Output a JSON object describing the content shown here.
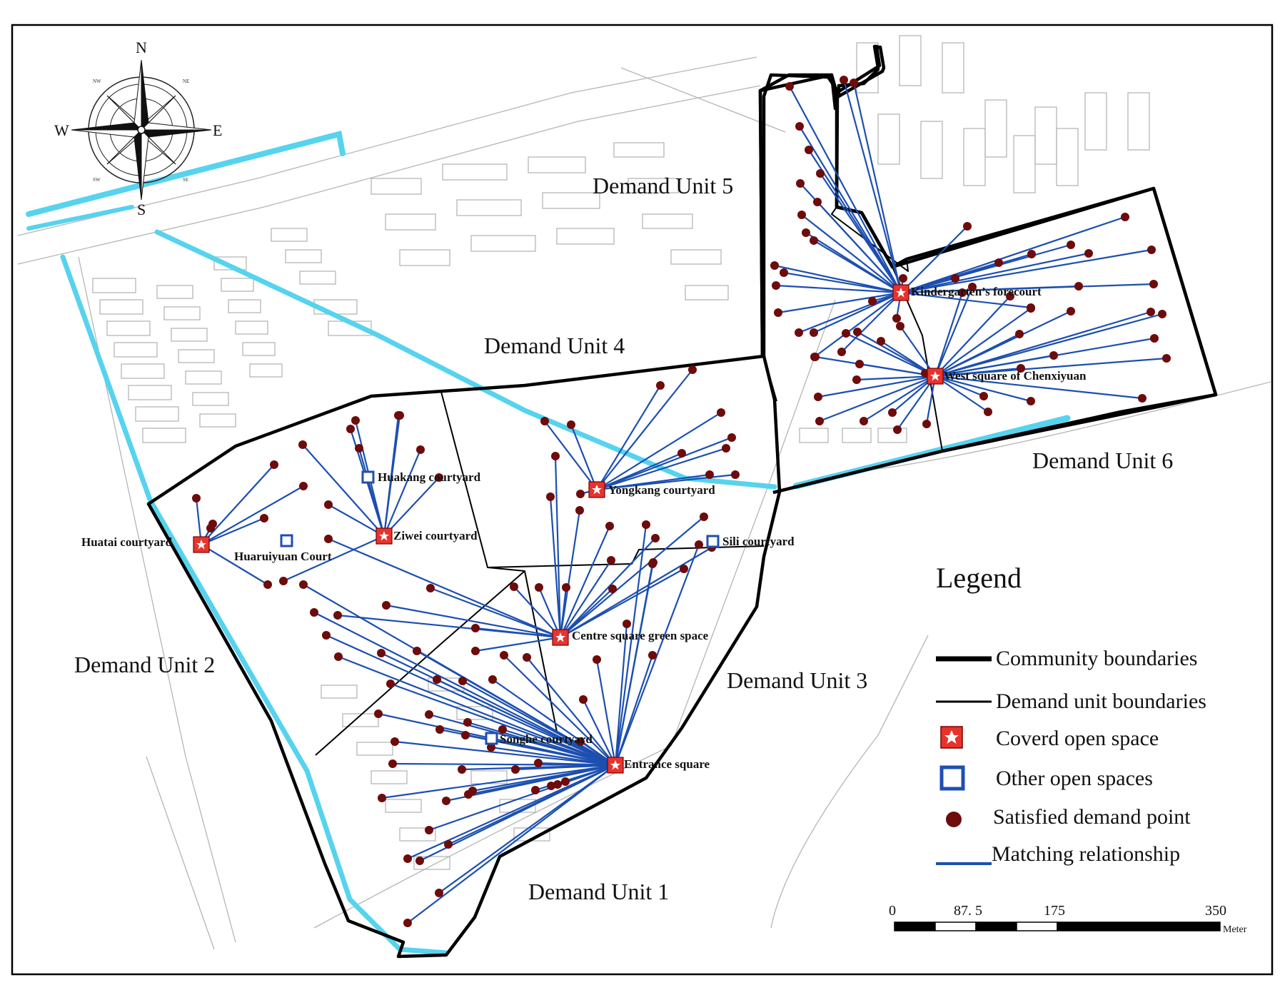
{
  "compass": {
    "n": "N",
    "s": "S",
    "e": "E",
    "w": "W",
    "ne": "NE",
    "nw": "NW",
    "se": "SE",
    "sw": "SW"
  },
  "units": {
    "u1": "Demand Unit 1",
    "u2": "Demand Unit 2",
    "u3": "Demand Unit 3",
    "u4": "Demand Unit 4",
    "u5": "Demand Unit 5",
    "u6": "Demand Unit 6"
  },
  "covered_spaces": {
    "huatai": "Huatai courtyard",
    "ziwei": "Ziwei courtyard",
    "yongkang": "Yongkang courtyard",
    "centre": "Centre square green space",
    "entrance": "Entrance square",
    "kindergarten": "Kindergarten’s forecourt",
    "westsquare": "West square of Chenxiyuan"
  },
  "other_spaces": {
    "huakang": "Huakang courtyard",
    "huaruiyuan": "Huaruiyuan Court",
    "sili": "Sili courtyard",
    "songhe": "Songhe courtyard"
  },
  "legend": {
    "title": "Legend",
    "community": "Community boundaries",
    "unit": "Demand unit boundaries",
    "covered": "Coverd open space",
    "other": "Other open spaces",
    "satisfied": "Satisfied demand point",
    "matching": "Matching relationship"
  },
  "scale": {
    "t0": "0",
    "t1": "87. 5",
    "t2": "175",
    "t3": "350",
    "unit": "Meter"
  },
  "colors": {
    "water": "#56d3ee",
    "matching_line": "#1c4fb0",
    "demand_point": "#6e0b0b",
    "covered_fill": "#e8332c",
    "other_stroke": "#1f4fb0",
    "boundary": "#000000",
    "building": "#b9b9b9"
  },
  "matching": [
    {
      "site": "huatai",
      "points": [
        [
          275,
          698
        ],
        [
          298,
          734
        ],
        [
          384,
          651
        ],
        [
          370,
          726
        ],
        [
          425,
          681
        ],
        [
          375,
          819
        ],
        [
          295,
          740
        ]
      ]
    },
    {
      "site": "ziwei",
      "points": [
        [
          491,
          601
        ],
        [
          503,
          628
        ],
        [
          560,
          582
        ],
        [
          589,
          630
        ],
        [
          615,
          669
        ],
        [
          460,
          707
        ],
        [
          397,
          814
        ],
        [
          424,
          623
        ],
        [
          558,
          582
        ],
        [
          498,
          589
        ]
      ]
    },
    {
      "site": "yongkang",
      "points": [
        [
          994,
          665
        ],
        [
          1017,
          628
        ],
        [
          1025,
          613
        ],
        [
          970,
          518
        ],
        [
          1010,
          578
        ],
        [
          955,
          635
        ],
        [
          925,
          540
        ],
        [
          800,
          595
        ],
        [
          763,
          590
        ],
        [
          1030,
          665
        ],
        [
          813,
          692
        ]
      ]
    },
    {
      "site": "centre",
      "points": [
        [
          771,
          696
        ],
        [
          778,
          639
        ],
        [
          812,
          715
        ],
        [
          854,
          737
        ],
        [
          856,
          785
        ],
        [
          793,
          823
        ],
        [
          858,
          825
        ],
        [
          918,
          754
        ],
        [
          997,
          767
        ],
        [
          958,
          797
        ],
        [
          986,
          724
        ],
        [
          720,
          822
        ],
        [
          755,
          823
        ],
        [
          666,
          880
        ],
        [
          603,
          824
        ],
        [
          460,
          755
        ],
        [
          473,
          862
        ],
        [
          666,
          912
        ],
        [
          541,
          848
        ]
      ]
    },
    {
      "site": "entrance",
      "points": [
        [
          914,
          790
        ],
        [
          979,
          763
        ],
        [
          905,
          735
        ],
        [
          915,
          788
        ],
        [
          878,
          874
        ],
        [
          914,
          918
        ],
        [
          836,
          924
        ],
        [
          817,
          980
        ],
        [
          738,
          921
        ],
        [
          781,
          1099
        ],
        [
          754,
          1069
        ],
        [
          688,
          1047
        ],
        [
          647,
          1078
        ],
        [
          655,
          1012
        ],
        [
          704,
          1022
        ],
        [
          550,
          1070
        ],
        [
          656,
          1113
        ],
        [
          625,
          1122
        ],
        [
          535,
          1118
        ],
        [
          553,
          1039
        ],
        [
          530,
          1000
        ],
        [
          616,
          1022
        ],
        [
          652,
          1030
        ],
        [
          722,
          1078
        ],
        [
          792,
          1095
        ],
        [
          628,
          1183
        ],
        [
          612,
          952
        ],
        [
          547,
          958
        ],
        [
          474,
          920
        ],
        [
          457,
          890
        ],
        [
          440,
          858
        ],
        [
          425,
          819
        ],
        [
          534,
          915
        ],
        [
          584,
          912
        ],
        [
          601,
          1001
        ],
        [
          690,
          952
        ],
        [
          706,
          918
        ],
        [
          648,
          954
        ],
        [
          601,
          1163
        ],
        [
          571,
          1203
        ],
        [
          571,
          1293
        ],
        [
          615,
          1251
        ],
        [
          588,
          1206
        ],
        [
          662,
          1108
        ],
        [
          772,
          1101
        ],
        [
          750,
          1107
        ],
        [
          813,
          1039
        ]
      ]
    },
    {
      "site": "kindergarten",
      "points": [
        [
          1106,
          121
        ],
        [
          1120,
          177
        ],
        [
          1121,
          257
        ],
        [
          1129,
          326
        ],
        [
          1123,
          301
        ],
        [
          1145,
          283
        ],
        [
          1133,
          210
        ],
        [
          1149,
          243
        ],
        [
          1182,
          112
        ],
        [
          1196,
          116
        ],
        [
          1140,
          337
        ],
        [
          1087,
          400
        ],
        [
          1098,
          382
        ],
        [
          1085,
          372
        ],
        [
          1090,
          438
        ],
        [
          1119,
          466
        ],
        [
          1140,
          466
        ],
        [
          1141,
          500
        ],
        [
          1179,
          493
        ],
        [
          1222,
          422
        ],
        [
          1256,
          446
        ],
        [
          1265,
          390
        ],
        [
          1338,
          390
        ],
        [
          1399,
          368
        ],
        [
          1355,
          317
        ],
        [
          1445,
          356
        ],
        [
          1500,
          343
        ],
        [
          1576,
          304
        ],
        [
          1613,
          350
        ],
        [
          1616,
          398
        ],
        [
          1525,
          355
        ],
        [
          1511,
          401
        ],
        [
          1444,
          431
        ]
      ]
    },
    {
      "site": "westsquare",
      "points": [
        [
          1142,
          500
        ],
        [
          1204,
          510
        ],
        [
          1146,
          556
        ],
        [
          1200,
          532
        ],
        [
          1148,
          590
        ],
        [
          1210,
          590
        ],
        [
          1257,
          602
        ],
        [
          1250,
          578
        ],
        [
          1298,
          594
        ],
        [
          1296,
          523
        ],
        [
          1378,
          555
        ],
        [
          1384,
          577
        ],
        [
          1444,
          562
        ],
        [
          1430,
          516
        ],
        [
          1476,
          498
        ],
        [
          1600,
          558
        ],
        [
          1634,
          502
        ],
        [
          1617,
          474
        ],
        [
          1628,
          440
        ],
        [
          1612,
          437
        ],
        [
          1500,
          436
        ],
        [
          1428,
          468
        ],
        [
          1444,
          432
        ],
        [
          1348,
          410
        ],
        [
          1415,
          415
        ],
        [
          1362,
          402
        ],
        [
          1261,
          457
        ],
        [
          1234,
          478
        ],
        [
          1185,
          467
        ],
        [
          1201,
          465
        ]
      ]
    }
  ]
}
